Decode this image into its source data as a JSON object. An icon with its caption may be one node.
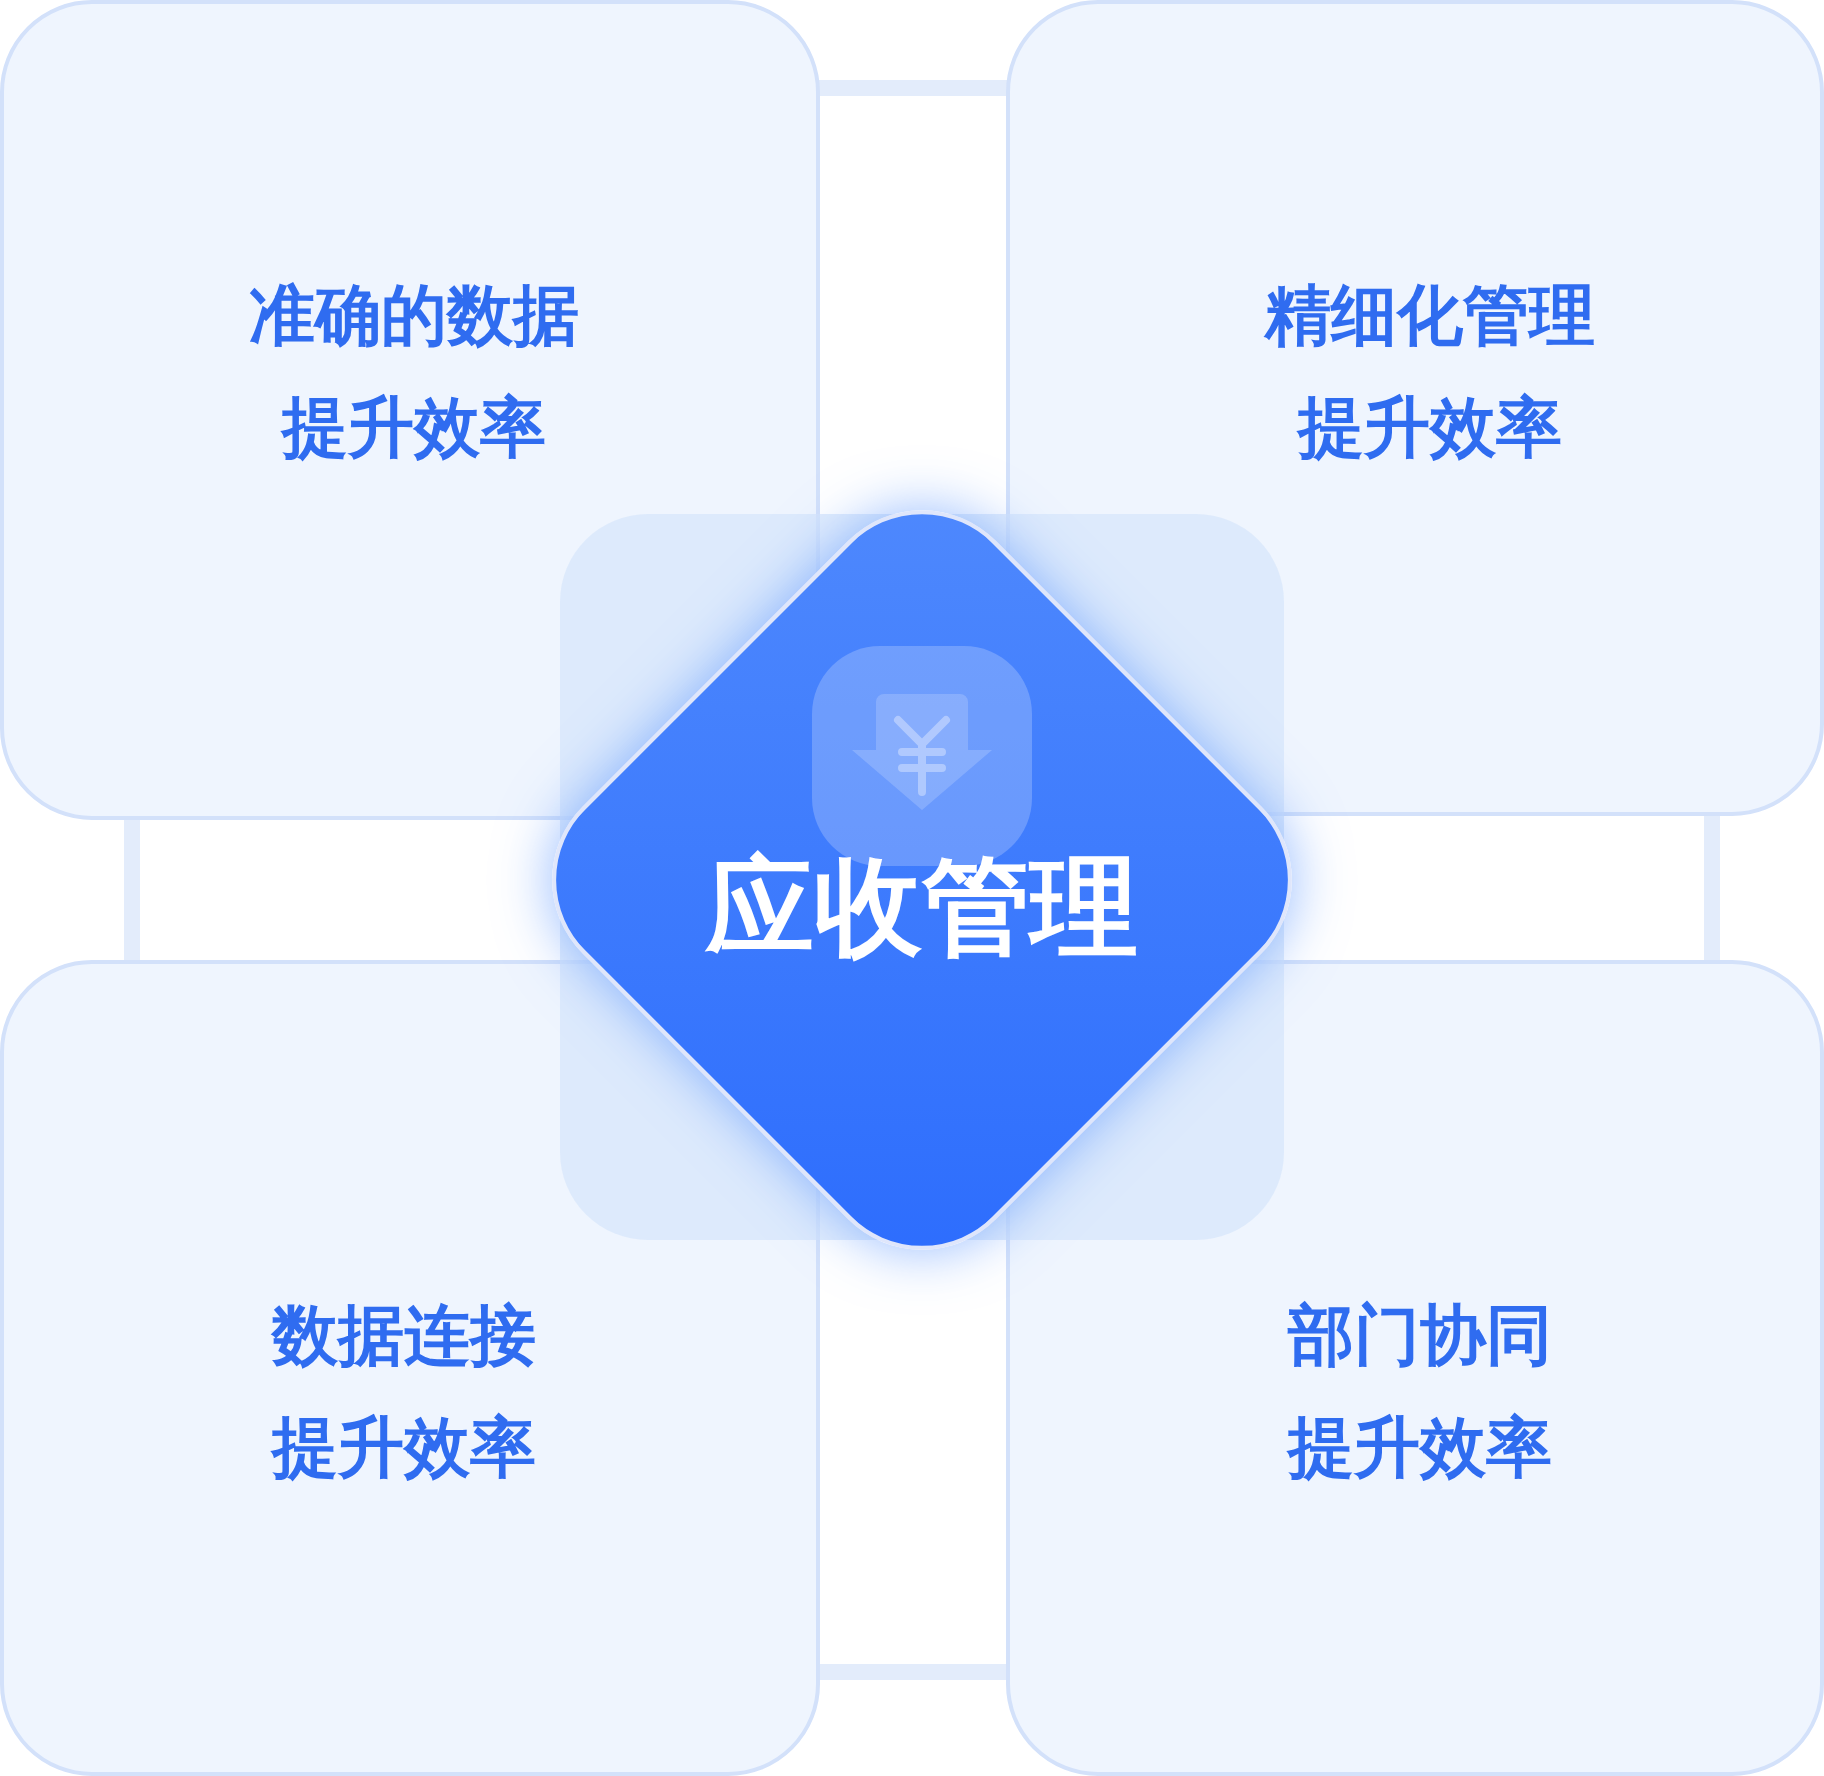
{
  "diagram": {
    "nodes": [
      {
        "text": [
          "准确的数据",
          "提升效率"
        ]
      },
      {
        "text": [
          "精细化管理",
          "提升效率"
        ]
      },
      {
        "text": [
          "数据连接",
          "提升效率"
        ]
      },
      {
        "text": [
          "部门协同",
          "提升效率"
        ]
      },
      {
        "text": [
          "应收管理"
        ]
      }
    ]
  }
}
